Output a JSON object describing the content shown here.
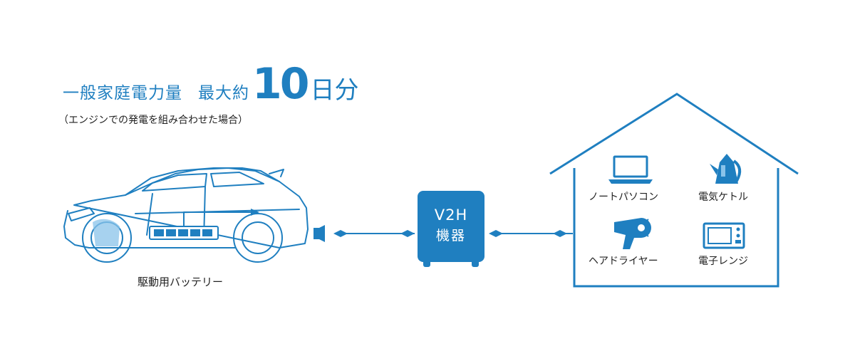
{
  "headline": {
    "lead": "一般家庭電力量",
    "prefix": "最大約",
    "number": "10",
    "unit": "日分"
  },
  "note": "（エンジンでの発電を組み合わせた場合）",
  "car": {
    "label": "駆動用バッテリー"
  },
  "v2h": {
    "line1": "V2H",
    "line2": "機器"
  },
  "appliances": [
    {
      "label": "ノートパソコン",
      "icon": "laptop-icon"
    },
    {
      "label": "電気ケトル",
      "icon": "kettle-icon"
    },
    {
      "label": "ヘアドライヤー",
      "icon": "hair-dryer-icon"
    },
    {
      "label": "電子レンジ",
      "icon": "microwave-icon"
    }
  ],
  "colors": {
    "accent": "#1f7fc0",
    "accent_light": "#8ac3ea",
    "text": "#222222"
  }
}
